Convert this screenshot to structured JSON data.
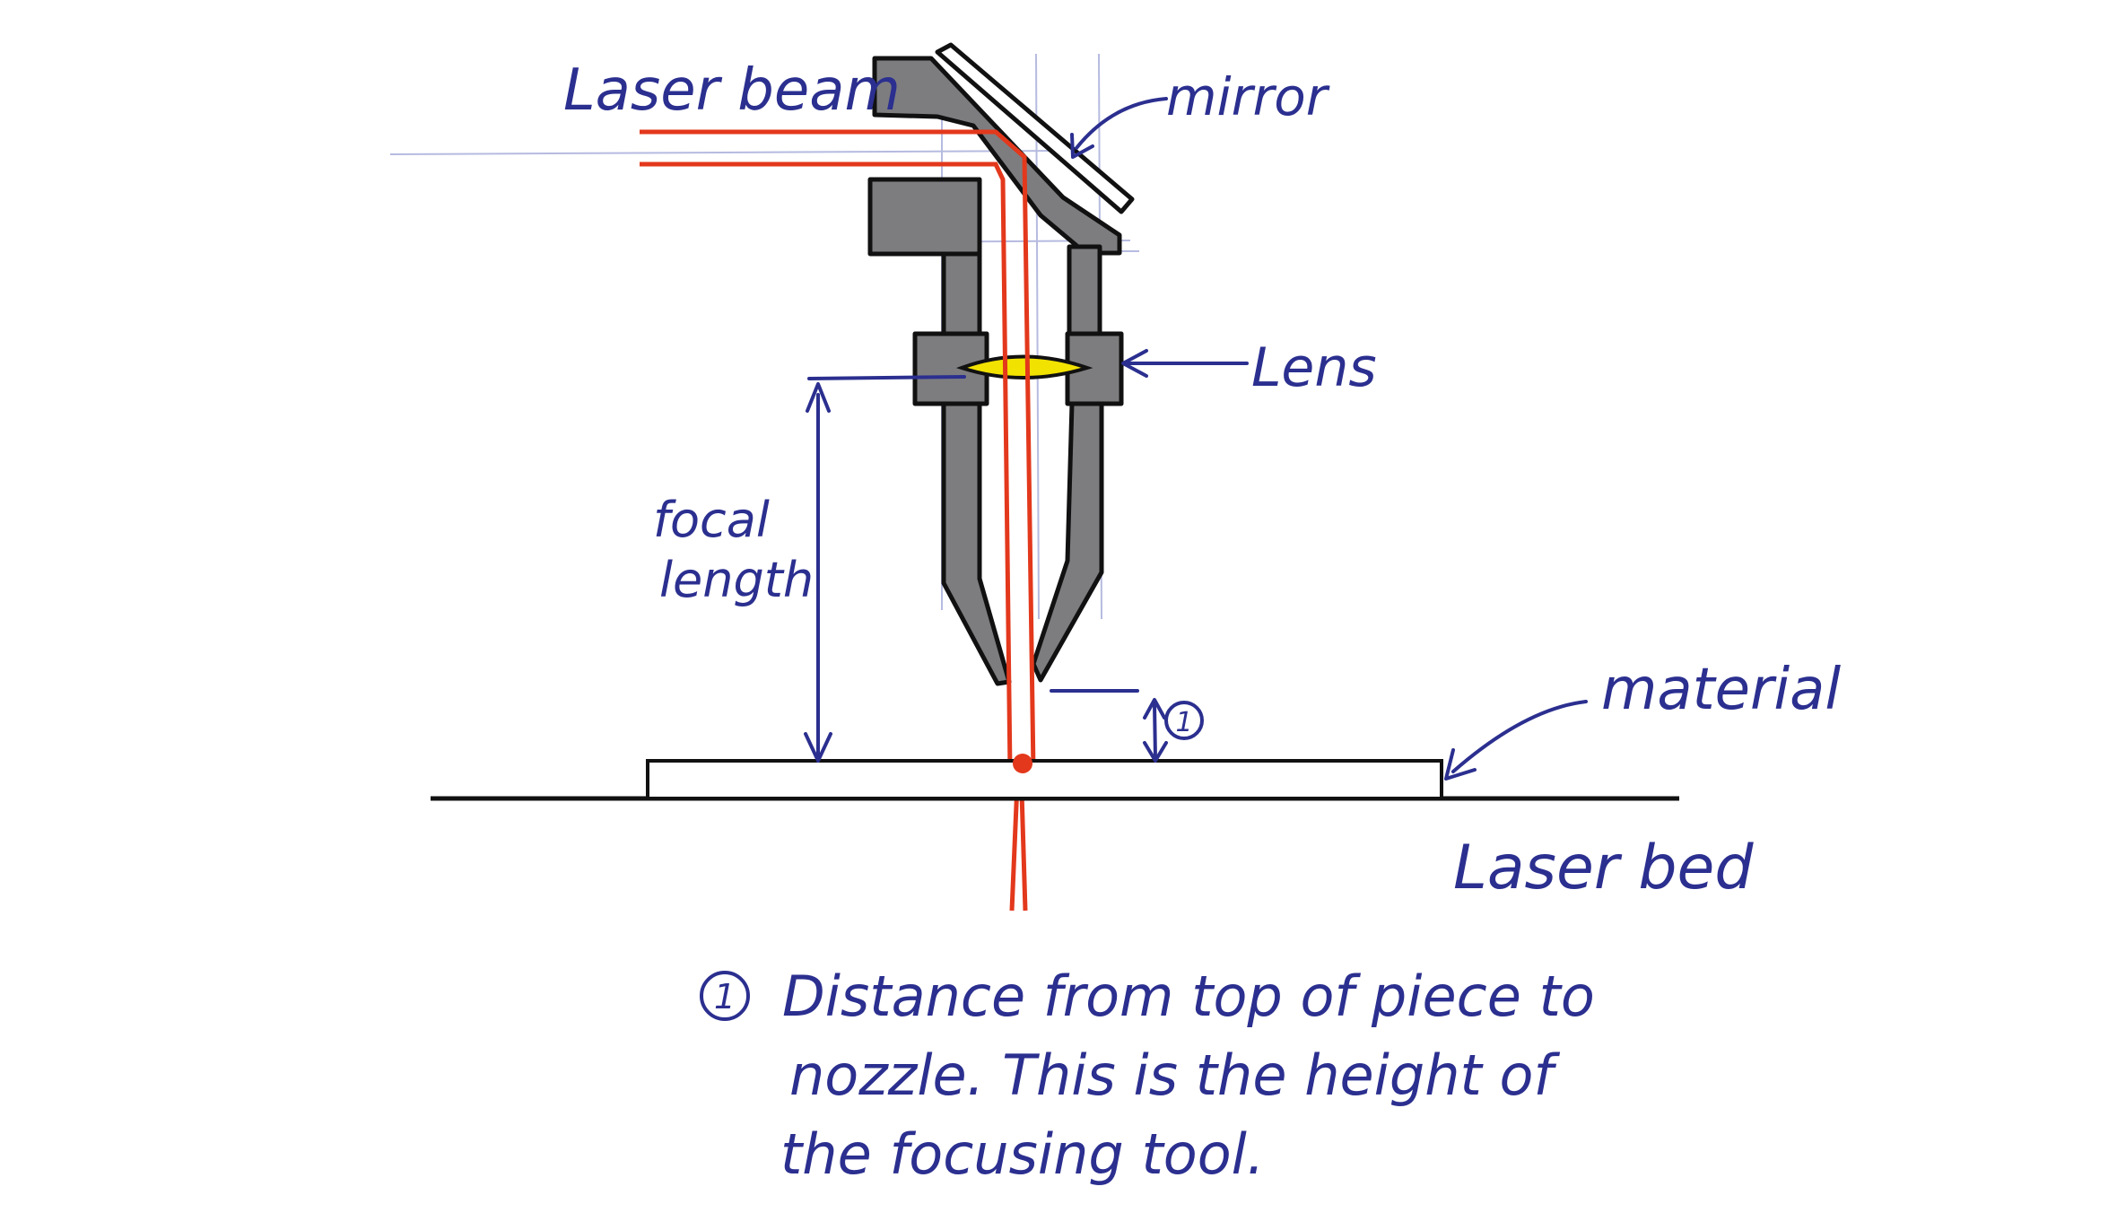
{
  "labels": {
    "laser_beam": "Laser beam",
    "mirror": "mirror",
    "lens": "Lens",
    "focal_length_line1": "focal",
    "focal_length_line2": "length",
    "material": "material",
    "laser_bed": "Laser bed",
    "marker": "1"
  },
  "note": {
    "marker": "1",
    "line1": "Distance from top of piece to",
    "line2": "nozzle. This is the height of",
    "line3": "the focusing tool."
  },
  "colors": {
    "ink": "#2b2f8f",
    "beam": "#e3381c",
    "metal": "#7d7d80",
    "lens": "#f2e200",
    "outline": "#111111"
  }
}
